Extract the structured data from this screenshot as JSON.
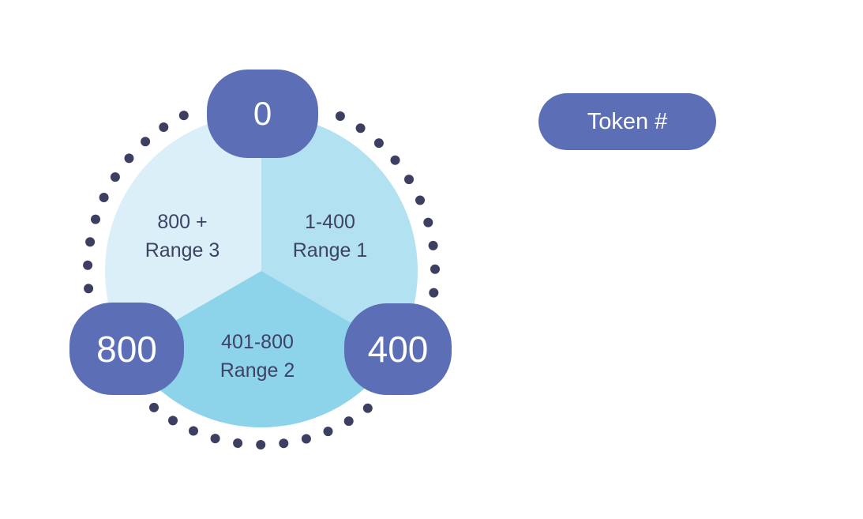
{
  "diagram": {
    "legend_badge": {
      "label": "Token #"
    },
    "axis_badges": [
      {
        "position": "top",
        "label": "0"
      },
      {
        "position": "bottom-right",
        "label": "400"
      },
      {
        "position": "bottom-left",
        "label": "800"
      }
    ],
    "segments": [
      {
        "id": "range-1",
        "range": "1-400",
        "label": "Range 1",
        "color": "#b2e2f1"
      },
      {
        "id": "range-2",
        "range": "401-800",
        "label": "Range 2",
        "color": "#8dd3ea"
      },
      {
        "id": "range-3",
        "range": "800 +",
        "label": "Range 3",
        "color": "#daeff8"
      }
    ],
    "colors": {
      "badge": "#5c6fb6",
      "badge_text": "#ffffff",
      "segment_text": "#3e4366",
      "dots": "#3d3f62",
      "background": "#ffffff"
    }
  }
}
